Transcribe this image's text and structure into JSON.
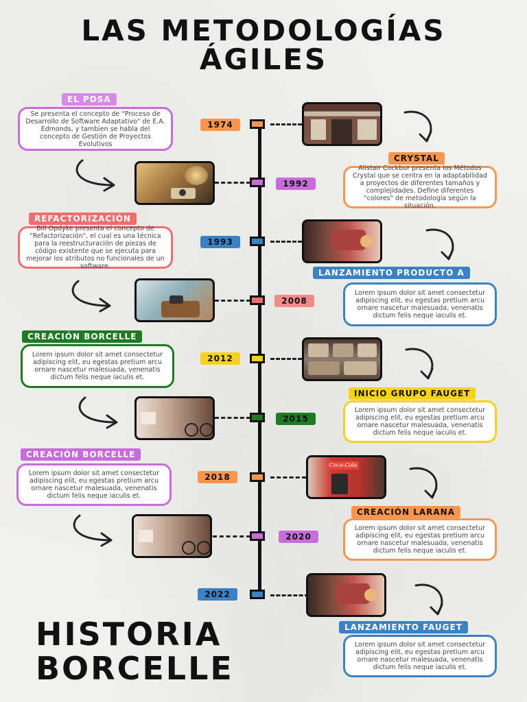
{
  "title": {
    "line1": "LAS METODOLOGÍAS",
    "line2": "ÁGILES"
  },
  "footer": {
    "line1": "HISTORIA",
    "line2": "BORCELLE"
  },
  "colors": {
    "orange": "#f8964f",
    "purple": "#c86cdc",
    "blue": "#3b82c4",
    "red": "#f26d6d",
    "yellow": "#f6d21d",
    "green": "#1f7a23"
  },
  "events": [
    {
      "year": "1974",
      "label": "EL PDSA",
      "text": "Se presenta el concepto de \"Proceso de Desarrollo de Software Adaptativo\" de E.A. Edmonds, y tambien se habla del concepto de Gestión de Proyectos Evolutivos",
      "photo": "storefront-photo"
    },
    {
      "year": "1992",
      "label": "CRYSTAL",
      "text": "Alistair Cockbur presenta los Métodos Crystal que se centra en la adaptabilidad a proyectos de diferentes tamaños y complejidades. Define diferentes \"colores\" de metodología según la situación.",
      "photo": "camera-plant-photo"
    },
    {
      "year": "1993",
      "label": "REFACTORIZACIÓN",
      "text": "Bill Opdyke presenta el concepto de \"Refactorización\", el cual es una técnica para la reestructuración de piezas de código existente que se ejecuta para mejorar los atributos no funcionales de un software.",
      "photo": "radio-photo"
    },
    {
      "year": "2008",
      "label": "LANZAMIENTO PRODUCTO A",
      "text": "Lorem ipsum dolor sit amet consectetur adipiscing elit, eu egestas pretium arcu ornare nascetur malesuada, venenatis dictum felis neque iaculis et.",
      "photo": "bag-camera-photo"
    },
    {
      "year": "2012",
      "label": "CREACIÓN BORCELLE",
      "text": "Lorem ipsum dolor sit amet consectetur adipiscing elit, eu egestas pretium arcu ornare nascetur malesuada, venenatis dictum felis neque iaculis et.",
      "photo": "radios-shelf-photo"
    },
    {
      "year": "2015",
      "label": "INICIO GRUPO FAUGET",
      "text": "Lorem ipsum dolor sit amet consectetur adipiscing elit, eu egestas pretium arcu ornare nascetur malesuada, venenatis dictum felis neque iaculis et.",
      "photo": "street-bicycle-photo"
    },
    {
      "year": "2018",
      "label": "CREACIÓN BORCELLE",
      "text": "Lorem ipsum dolor sit amet consectetur adipiscing elit, eu egestas pretium arcu ornare nascetur malesuada, venenatis dictum felis neque iaculis et.",
      "photo": "coca-cola-machine-photo",
      "photo_text": "Coca-Cola"
    },
    {
      "year": "2020",
      "label": "CREACIÓN LARANA",
      "text": "Lorem ipsum dolor sit amet consectetur adipiscing elit, eu egestas pretium arcu ornare nascetur malesuada, venenatis dictum felis neque iaculis et.",
      "photo": "street-bicycle-photo"
    },
    {
      "year": "2022",
      "label": "LANZAMIENTO FAUGET",
      "text": "Lorem ipsum dolor sit amet consectetur adipiscing elit, eu egestas pretium arcu ornare nascetur malesuada, venenatis dictum felis neque iaculis et.",
      "photo": "radio-photo"
    }
  ]
}
